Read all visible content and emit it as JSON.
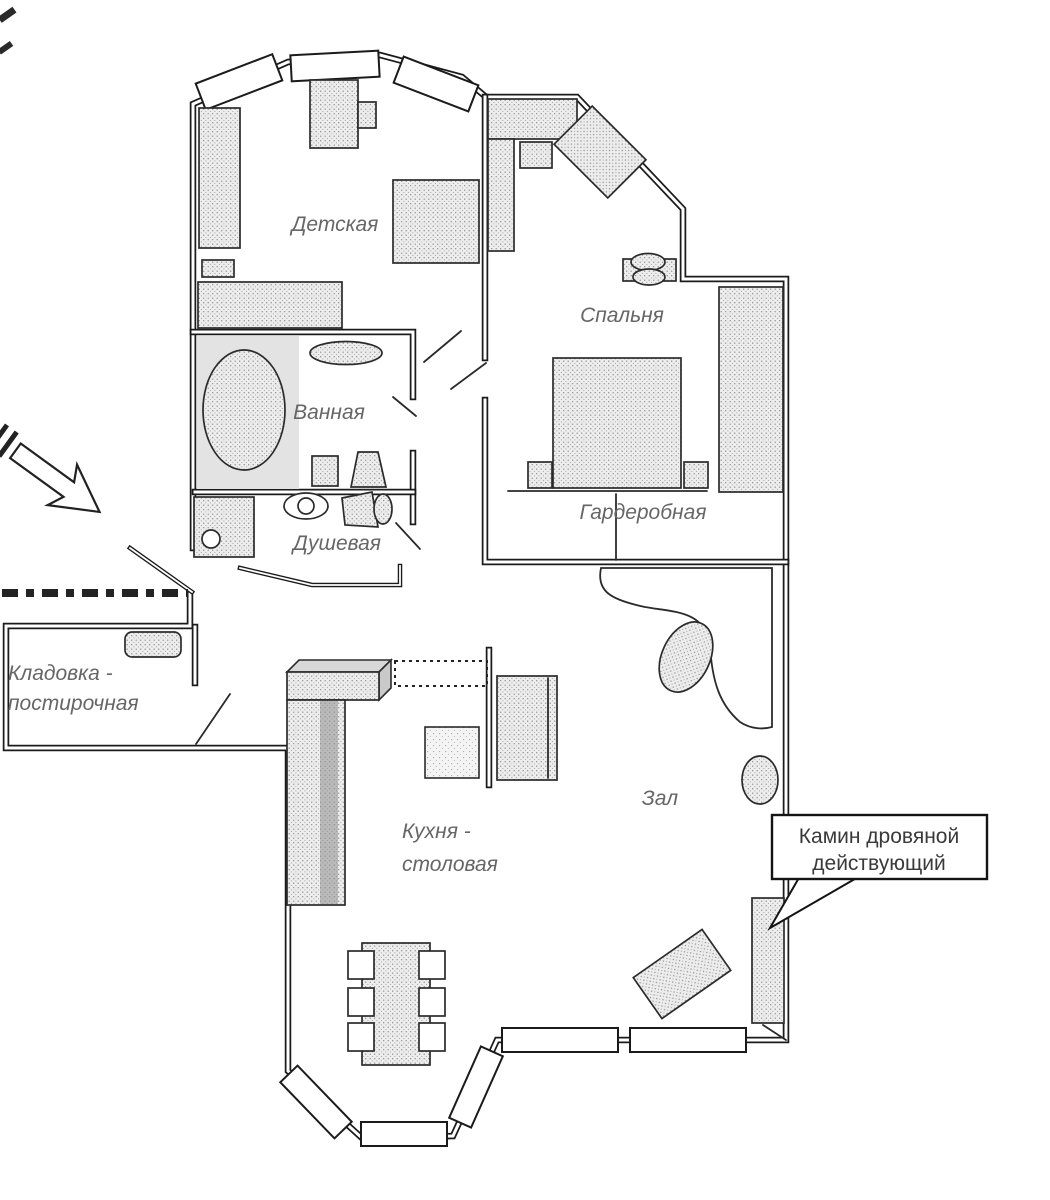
{
  "plan": {
    "rooms": {
      "children": "Детская",
      "bedroom": "Спальня",
      "bathroom": "Ванная",
      "shower": "Душевая",
      "wardrobe": "Гардеробная",
      "storage_line1": "Кладовка -",
      "storage_line2": "постирочная",
      "kitchen_line1": "Кухня -",
      "kitchen_line2": "столовая",
      "hall": "Зал"
    },
    "callout": {
      "line1": "Камин дровяной",
      "line2": "действующий"
    },
    "colors": {
      "wall": "#1b1b1b",
      "label": "#666666",
      "callout_text": "#3a3a3a",
      "paper": "#ffffff"
    }
  }
}
